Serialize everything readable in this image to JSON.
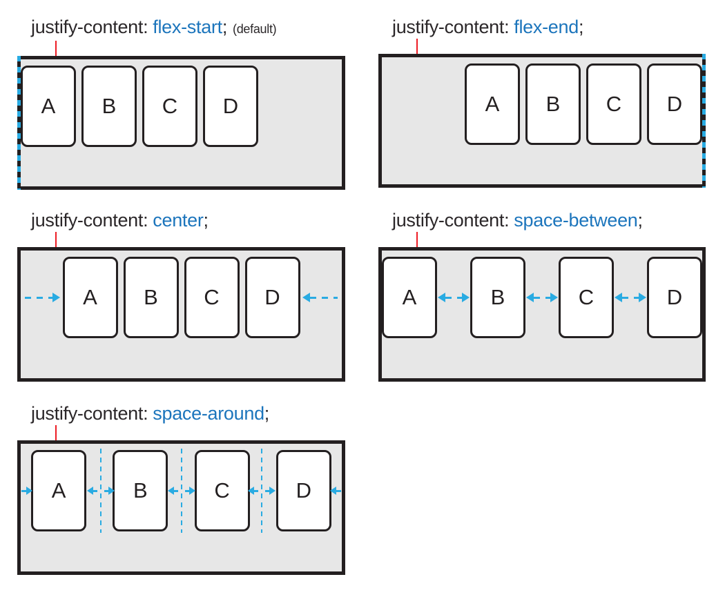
{
  "figure_topic": "CSS justify-content values diagram",
  "colors": {
    "value_blue": "#1c75bc",
    "guide_cyan": "#29abe2",
    "marker_red": "#ed1c24",
    "container_fill": "#e7e7e7",
    "line_dark": "#231f20",
    "item_fill": "#ffffff"
  },
  "panels": [
    {
      "property": "justify-content:",
      "value": "flex-start",
      "terminator": ";",
      "note": "(default)",
      "items": [
        "A",
        "B",
        "C",
        "D"
      ]
    },
    {
      "property": "justify-content:",
      "value": "flex-end",
      "terminator": ";",
      "items": [
        "A",
        "B",
        "C",
        "D"
      ]
    },
    {
      "property": "justify-content:",
      "value": "center",
      "terminator": ";",
      "items": [
        "A",
        "B",
        "C",
        "D"
      ]
    },
    {
      "property": "justify-content:",
      "value": "space-between",
      "terminator": ";",
      "items": [
        "A",
        "B",
        "C",
        "D"
      ]
    },
    {
      "property": "justify-content:",
      "value": "space-around",
      "terminator": ";",
      "items": [
        "A",
        "B",
        "C",
        "D"
      ]
    }
  ]
}
